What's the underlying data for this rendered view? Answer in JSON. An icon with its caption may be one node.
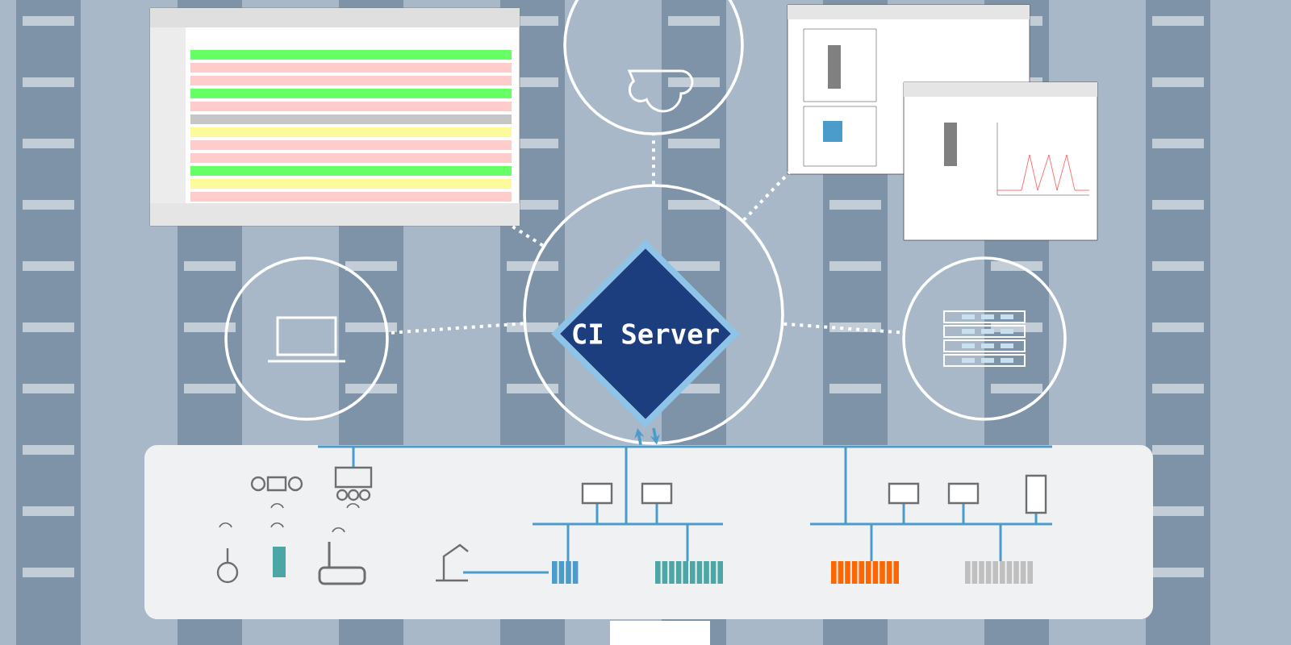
{
  "diagram": {
    "nodes": [
      {
        "text": [],
        "shape": "circle"
      },
      {
        "text": [
          "CI Server"
        ],
        "in": 0
      },
      {
        "text": [],
        "shape": "picture"
      },
      {
        "text": [],
        "shape": "circle"
      },
      {
        "text": [],
        "shape": "picture"
      },
      {
        "text": [],
        "shape": "circle"
      },
      {
        "text": [],
        "shape": "circle"
      },
      {
        "text": [],
        "shape": "box"
      }
    ],
    "edges": [
      {
        "from": 0,
        "to": 5,
        "arrow": "none",
        "style": "dashed"
      },
      {
        "from": 0,
        "to": 2,
        "arrow": "none",
        "style": "dashed"
      },
      {
        "from": 0,
        "to": 3,
        "arrow": "none",
        "style": "dashed"
      },
      {
        "from": 0,
        "to": 4,
        "arrow": "none",
        "style": "dashed"
      },
      {
        "from": 0,
        "to": 6,
        "arrow": "none",
        "style": "dashed"
      },
      {
        "from": 1,
        "to": 7,
        "arrow": "to",
        "color": "#4c9ccb"
      },
      {
        "from": 7,
        "to": 1,
        "arrow": "to",
        "color": "#4c9ccb"
      }
    ]
  }
}
